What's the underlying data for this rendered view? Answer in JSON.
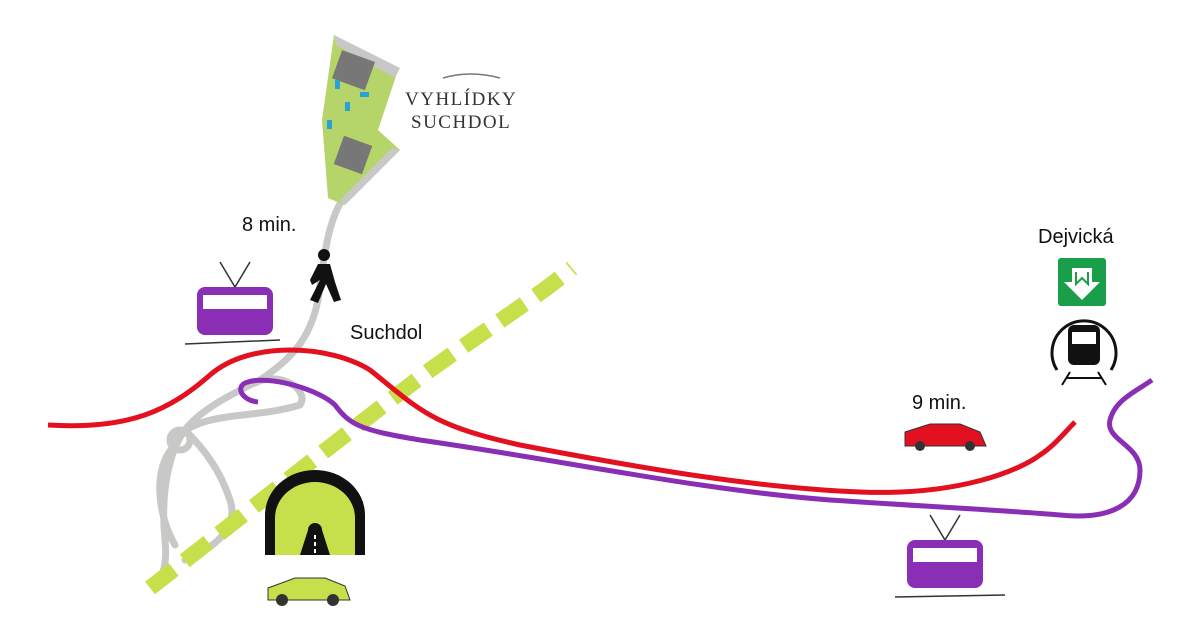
{
  "logo": {
    "line1": "VYHLÍDKY",
    "line2": "SUCHDOL"
  },
  "labels": {
    "walk_time": "8 min.",
    "suchdol_stop": "Suchdol",
    "dejvicka_station": "Dejvická",
    "car_time": "9 min."
  },
  "colors": {
    "road_red": "#e3101f",
    "tram_purple": "#8a2fb5",
    "tunnel_green": "#c5e04a",
    "site_green": "#b5d46a",
    "metro_green": "#1a9e4a",
    "road_grey": "#c8c8c6"
  }
}
